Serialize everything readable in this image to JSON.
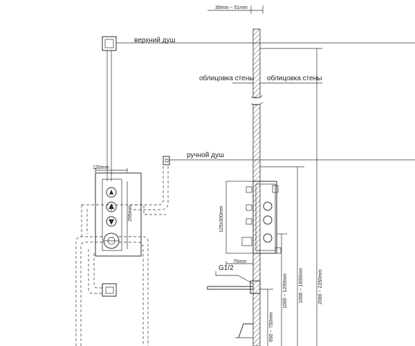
{
  "labels": {
    "overhead_shower": "верхний душ",
    "hand_shower": "ручной душ",
    "wall_finish_left": "облицовка стены",
    "wall_finish_right": "облицовка стены",
    "thread": "G1/2"
  },
  "dimensions": {
    "wall_thickness": "30mm  ~  51mm",
    "panel_width": "120mm",
    "valve_spacing": "295mm",
    "box_size": "125x300mm",
    "box_depth": "75mm",
    "spout_height": "650 ~ 750mm",
    "valve_height": "1000 ~ 1200mm",
    "hand_shower_height": "1000 ~ 1600mm",
    "overhead_height": "2000 ~ 2250mm"
  },
  "colors": {
    "line": "#2a2a2a",
    "background": "#ffffff"
  }
}
